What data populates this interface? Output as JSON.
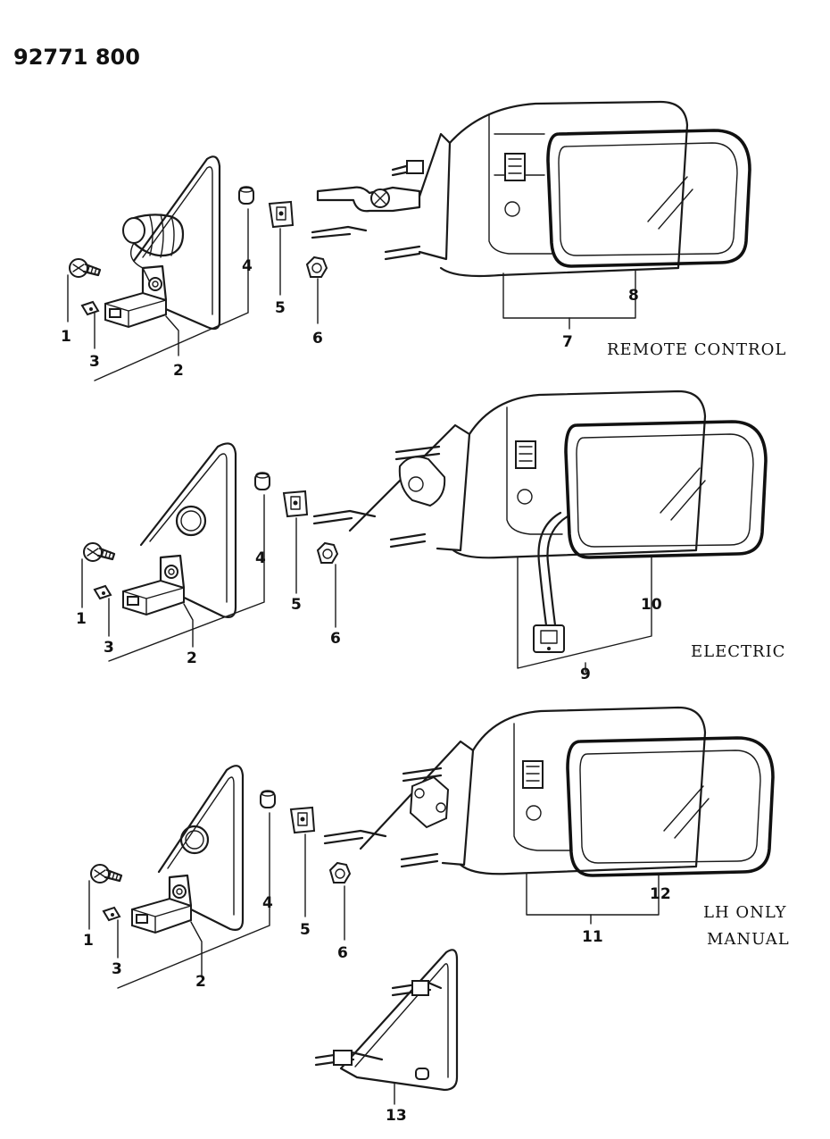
{
  "header": {
    "part_number": "92771 800"
  },
  "sections": [
    {
      "id": "remote-control",
      "caption": [
        "REMOTE CONTROL"
      ],
      "callouts": [
        "1",
        "2",
        "3",
        "4",
        "5",
        "6",
        "7",
        "8"
      ]
    },
    {
      "id": "electric",
      "caption": [
        "ELECTRIC"
      ],
      "callouts": [
        "1",
        "2",
        "3",
        "4",
        "5",
        "6",
        "9",
        "10"
      ]
    },
    {
      "id": "manual",
      "caption": [
        "LH ONLY",
        "MANUAL"
      ],
      "callouts": [
        "1",
        "2",
        "3",
        "4",
        "5",
        "6",
        "11",
        "12"
      ]
    },
    {
      "id": "bracket",
      "caption": [],
      "callouts": [
        "13"
      ]
    }
  ]
}
